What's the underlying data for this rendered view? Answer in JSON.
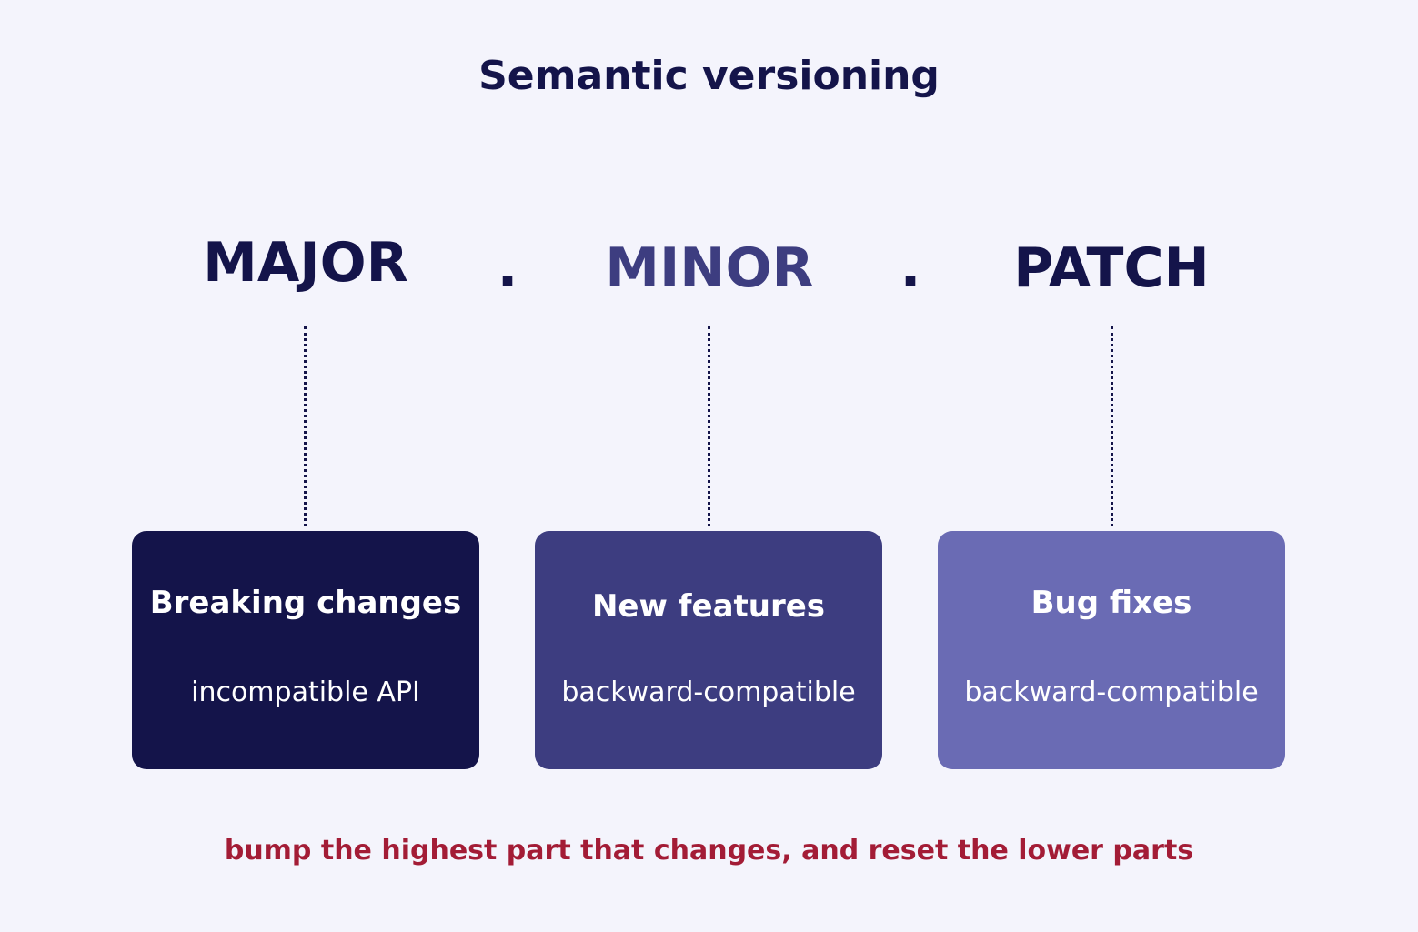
{
  "title": "Semantic versioning",
  "separator": ".",
  "parts": [
    {
      "label": "MAJOR",
      "heading": "Breaking changes",
      "description": "incompatible API",
      "label_color": "#14144a",
      "box_color": "#14144a"
    },
    {
      "label": "MINOR",
      "heading": "New features",
      "description": "backward-compatible",
      "label_color": "#3d3d80",
      "box_color": "#3d3d80"
    },
    {
      "label": "PATCH",
      "heading": "Bug fixes",
      "description": "backward-compatible",
      "label_color": "#14144a",
      "box_color": "#6a6bb4"
    }
  ],
  "footer": "bump the highest part that changes, and reset the lower parts",
  "footer_color": "#a31c36"
}
